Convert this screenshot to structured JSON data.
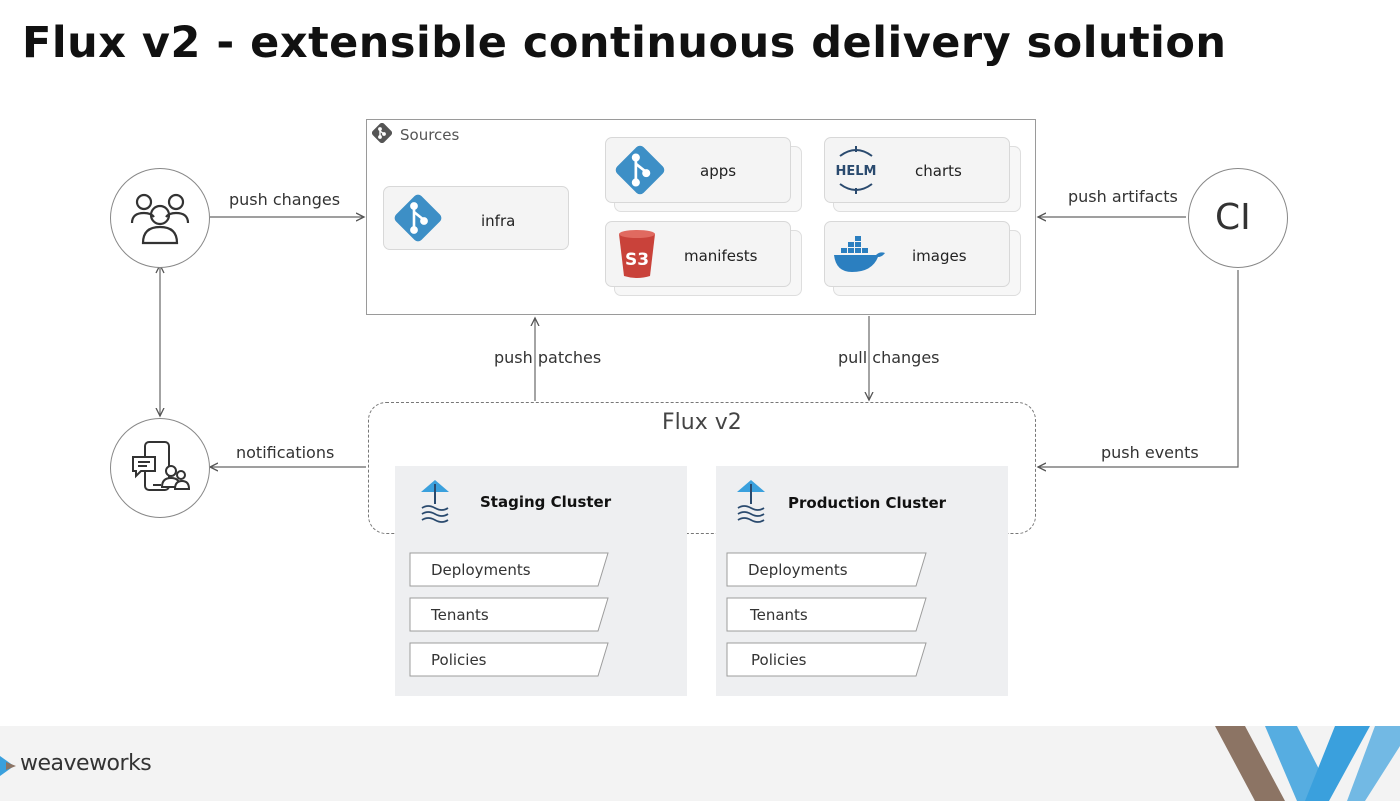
{
  "slide": {
    "title": "Flux v2 - extensible continuous delivery solution"
  },
  "sources": {
    "label": "Sources",
    "items": {
      "infra": "infra",
      "apps": "apps",
      "manifests": "manifests",
      "charts": "charts",
      "images": "images"
    },
    "badges": {
      "helm": "HELM",
      "s3": "S3"
    }
  },
  "ci": {
    "label": "CI"
  },
  "edges": {
    "push_changes": "push changes",
    "push_artifacts": "push artifacts",
    "push_patches": "push patches",
    "pull_changes": "pull changes",
    "notifications": "notifications",
    "push_events": "push events"
  },
  "flux": {
    "title": "Flux v2",
    "clusters": [
      {
        "name": "Staging Cluster",
        "items": [
          "Deployments",
          "Tenants",
          "Policies"
        ]
      },
      {
        "name": "Production Cluster",
        "items": [
          "Deployments",
          "Tenants",
          "Policies"
        ]
      }
    ]
  },
  "footer": {
    "brand": "weaveworks"
  },
  "colors": {
    "git_blue": "#3d8fc6",
    "docker_blue": "#2b7fc0",
    "s3_red": "#c9423a",
    "helm_navy": "#2a4a6e",
    "weave_blue": "#3aa0dd",
    "weave_brown": "#8c7464"
  },
  "icons": {
    "sources_badge": "git-icon",
    "infra": "git-icon",
    "apps": "git-icon",
    "manifests": "s3-bucket-icon",
    "charts": "helm-icon",
    "images": "docker-icon",
    "users": "users-group-icon",
    "notifications": "chat-notification-icon",
    "cluster": "flux-icon"
  }
}
